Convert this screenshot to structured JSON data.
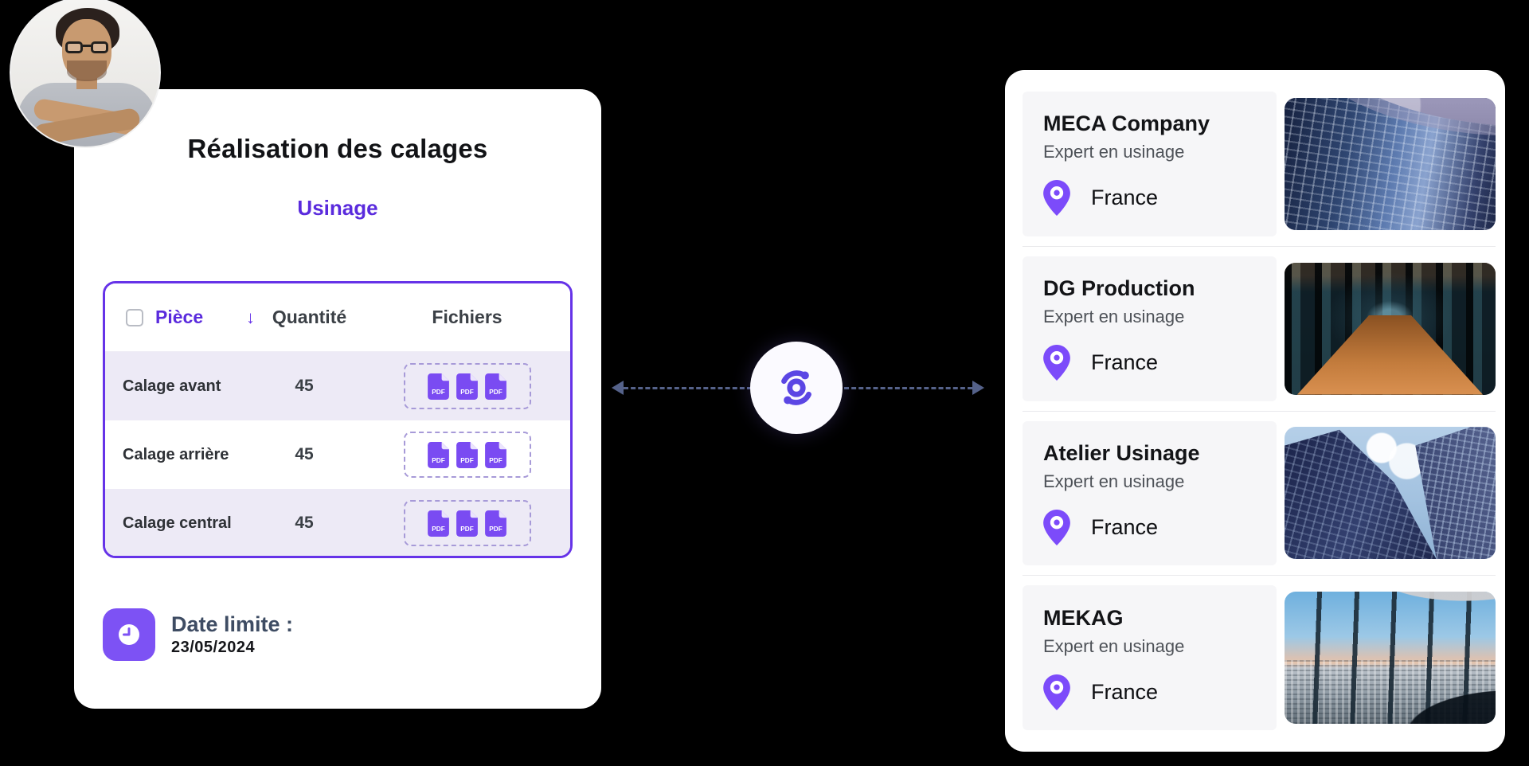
{
  "left_card": {
    "title": "Réalisation des calages",
    "category": "Usinage",
    "table": {
      "headers": {
        "piece": "Pièce",
        "quantity": "Quantité",
        "files": "Fichiers"
      },
      "sort_icon": "↓",
      "rows": [
        {
          "piece": "Calage avant",
          "quantity": "45",
          "file_badge": "PDF",
          "files_count": 3
        },
        {
          "piece": "Calage arrière",
          "quantity": "45",
          "file_badge": "PDF",
          "files_count": 3
        },
        {
          "piece": "Calage central",
          "quantity": "45",
          "file_badge": "PDF",
          "files_count": 3
        }
      ]
    },
    "deadline": {
      "label": "Date limite :",
      "value": "23/05/2024"
    }
  },
  "connector": {
    "icon": "sync-orbit"
  },
  "right_card": {
    "companies": [
      {
        "name": "MECA Company",
        "tagline": "Expert en usinage",
        "location": "France",
        "photo": "curved-glass-building"
      },
      {
        "name": "DG Production",
        "tagline": "Expert en usinage",
        "location": "France",
        "photo": "office-corridor"
      },
      {
        "name": "Atelier Usinage",
        "tagline": "Expert en usinage",
        "location": "France",
        "photo": "skyscrapers-low-angle"
      },
      {
        "name": "MEKAG",
        "tagline": "Expert en usinage",
        "location": "France",
        "photo": "panoramic-city-view"
      }
    ]
  },
  "colors": {
    "background": "#000000",
    "accent_purple": "#6633e8",
    "icon_purple": "#7a4bf2",
    "category_purple": "#5a2bdd",
    "row_alt_bg": "#edeaf6",
    "slate": "#3e4c63",
    "dash_blue": "#55628a"
  }
}
